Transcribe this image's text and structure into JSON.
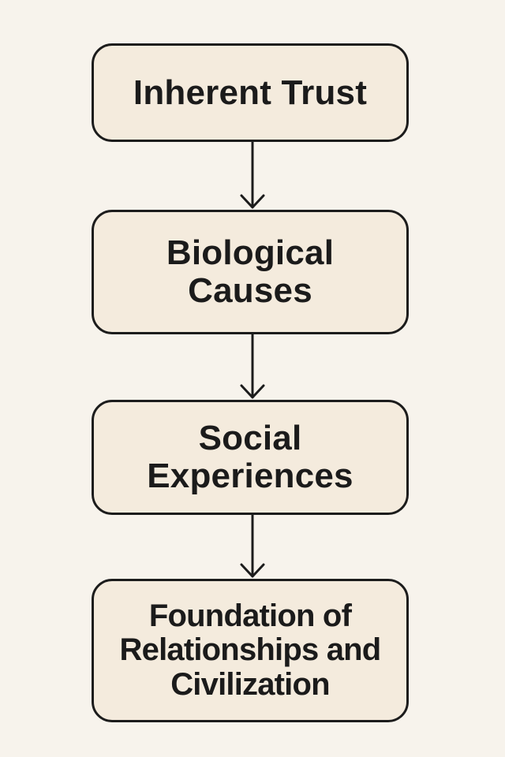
{
  "diagram": {
    "nodes": [
      {
        "id": "inherent-trust",
        "lines": [
          "Inherent Trust"
        ]
      },
      {
        "id": "biological-causes",
        "lines": [
          "Biological",
          "Causes"
        ]
      },
      {
        "id": "social-experiences",
        "lines": [
          "Social",
          "Experiences"
        ]
      },
      {
        "id": "foundation",
        "lines": [
          "Foundation of",
          "Relationships and",
          "Civilization"
        ]
      }
    ],
    "edges": [
      {
        "from": "inherent-trust",
        "to": "biological-causes"
      },
      {
        "from": "biological-causes",
        "to": "social-experiences"
      },
      {
        "from": "social-experiences",
        "to": "foundation"
      }
    ],
    "colors": {
      "background": "#f7f3ec",
      "node_fill": "#f4ebdd",
      "stroke": "#1c1c1c"
    }
  }
}
